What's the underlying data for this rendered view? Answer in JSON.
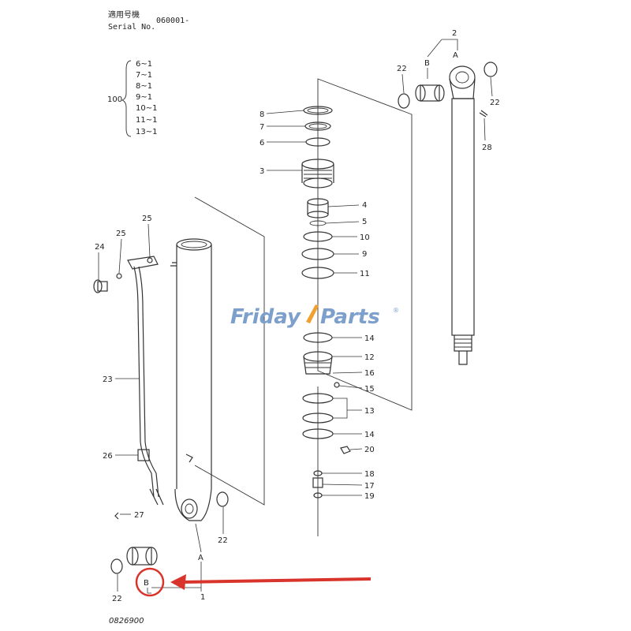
{
  "header": {
    "applicable_label": "適用号機",
    "serial_label": "Serial No.",
    "serial_value": "060001-"
  },
  "group": {
    "number": "100",
    "items": [
      "6~1",
      "7~1",
      "8~1",
      "9~1",
      "10~1",
      "11~1",
      "13~1"
    ]
  },
  "callouts": {
    "c2": "2",
    "cA_top": "A",
    "cB_top": "B",
    "c22_tl": "22",
    "c22_tr": "22",
    "c28": "28",
    "c8": "8",
    "c7": "7",
    "c6": "6",
    "c3": "3",
    "c4": "4",
    "c5": "5",
    "c10": "10",
    "c9": "9",
    "c11": "11",
    "c14a": "14",
    "c12": "12",
    "c16": "16",
    "c15": "15",
    "c13": "13",
    "c14b": "14",
    "c20": "20",
    "c18": "18",
    "c17": "17",
    "c19": "19",
    "c25a": "25",
    "c25b": "25",
    "c24": "24",
    "c23": "23",
    "c26": "26",
    "c27": "27",
    "c22_bm": "22",
    "cA_bot": "A",
    "c1": "1",
    "c22_bl": "22",
    "cB_bot": "B"
  },
  "footer": {
    "drawing_no": "0826900"
  },
  "watermark": {
    "brand_a": "Friday",
    "brand_b": "Parts",
    "reg": "®"
  },
  "colors": {
    "arrow": "#d9342b",
    "watermark": "#7d9fcc",
    "accent": "#f0a030"
  }
}
